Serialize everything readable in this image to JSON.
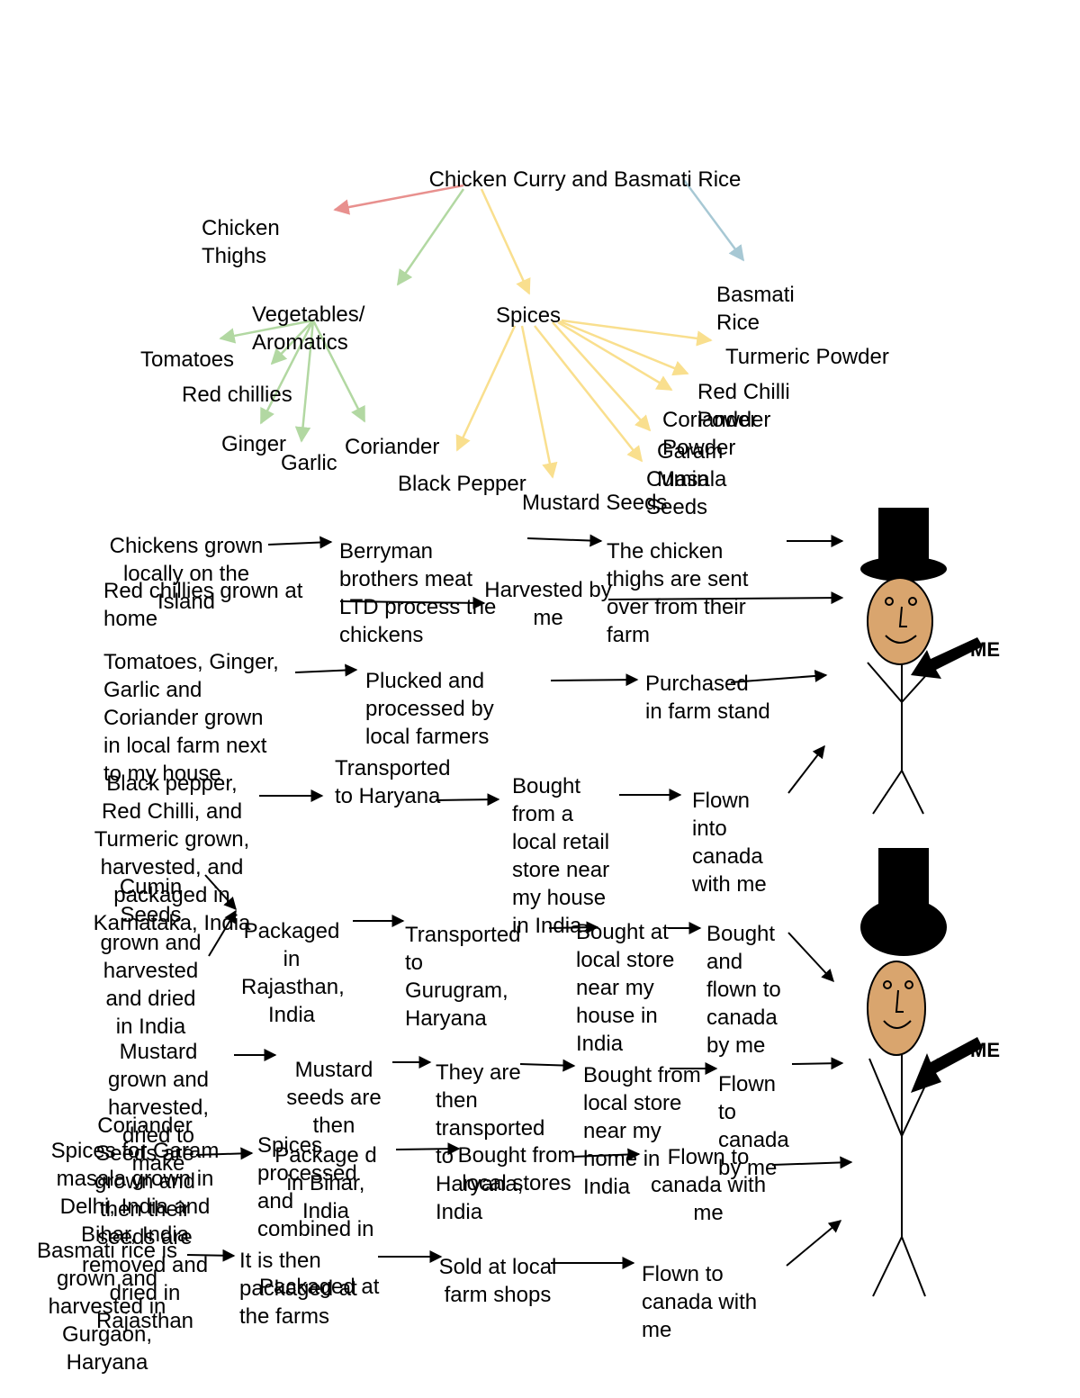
{
  "title": "Chicken Curry and Basmati Rice",
  "categories": {
    "chicken": "Chicken Thighs",
    "vegetables": "Vegetables/ Aromatics",
    "spices": "Spices",
    "rice": "Basmati Rice"
  },
  "vegetables": [
    "Tomatoes",
    "Red chillies",
    "Ginger",
    "Garlic",
    "Coriander"
  ],
  "spices": [
    "Black Pepper",
    "Mustard Seeds",
    "Cumin Seeds",
    "Garam Masala",
    "Coriander Powder",
    "Red Chilli Powder",
    "Turmeric Powder"
  ],
  "chains": {
    "chicken": [
      "Chickens grown locally on the Island",
      "Berryman brothers meat LTD process the chickens",
      "The chicken thighs are sent over from their farm"
    ],
    "red_chillies": [
      "Red chillies grown at home",
      "Harvested by me"
    ],
    "veg": [
      "Tomatoes, Ginger, Garlic and Coriander grown in local farm next to my house",
      "Plucked and processed by local farmers",
      "Purchased in farm stand"
    ],
    "pepper": [
      "Black pepper, Red Chilli, and Turmeric grown, harvested, and packaged in Karnataka, India",
      "Transported to Haryana",
      "Bought from a local retail store near my house in India",
      "Flown into canada with me"
    ],
    "cumin": [
      "Cumin Seeds grown and harvested and dried in India",
      "Packaged in Rajasthan, India",
      "Transported to Gurugram, Haryana",
      "Bought at local store near my house in India",
      "Bought and flown to canada by me"
    ],
    "mustard": [
      "Mustard grown and harvested, dried to make",
      "Mustard seeds are then",
      "They are then transported to Haryana, India",
      "Bought from local store near my home in India",
      "Flown to canada by me"
    ],
    "coriander": [
      "Coriander Seeds are grown and then their seeds are removed and dried in Rajasthan",
      "Package d in Bihar, India"
    ],
    "garam": [
      "Spices for Garam masala grown in Delhi, India and Bihar, India",
      "Spices processed and combined in",
      "Bought from local stores",
      "Flown to canada with me"
    ],
    "rice": [
      "Basmati rice is grown and harvested in Gurgaon, Haryana",
      "It is then packaged at the farms",
      "Packaged at",
      "Sold at local farm shops",
      "Flown to canada with me"
    ]
  },
  "me_label": "ME",
  "colors": {
    "chicken_arrow": "#e8908e",
    "veg_arrow": "#b2d8a2",
    "spice_arrow": "#f9df8e",
    "rice_arrow": "#a7c8d4",
    "skin": "#d9a56e"
  }
}
